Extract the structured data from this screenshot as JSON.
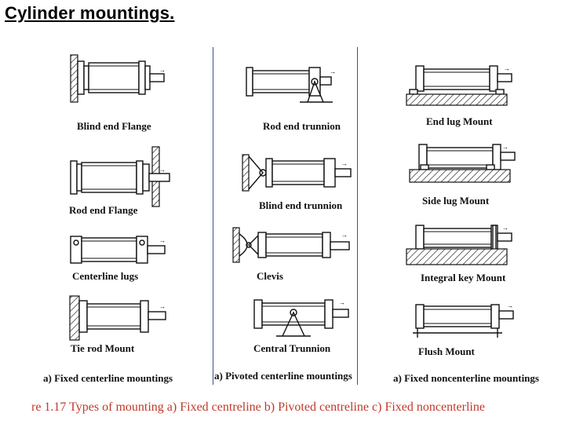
{
  "title": "Cylinder mountings.",
  "groups": {
    "fixed_centerline": "a) Fixed centerline mountings",
    "pivoted_centerline": "a) Pivoted centerline mountings",
    "fixed_noncenterline": "a) Fixed noncenterline mountings"
  },
  "mounts": {
    "blind_end_flange": "Blind end Flange",
    "rod_end_flange": "Rod end Flange",
    "centerline_lugs": "Centerline lugs",
    "tie_rod_mount": "Tie rod Mount",
    "rod_end_trunnion": "Rod end trunnion",
    "blind_end_trunnion": "Blind end trunnion",
    "clevis": "Clevis",
    "central_trunnion": "Central Trunnion",
    "end_lug_mount": "End lug Mount",
    "side_lug_mount": "Side lug Mount",
    "integral_key_mount": "Integral key Mount",
    "flush_mount": "Flush Mount"
  },
  "caption": "re 1.17 Types of mounting a) Fixed centreline b) Pivoted centreline c) Fixed noncenterline",
  "colors": {
    "caption": "#c0392b",
    "divider": "#3b4f8f"
  }
}
